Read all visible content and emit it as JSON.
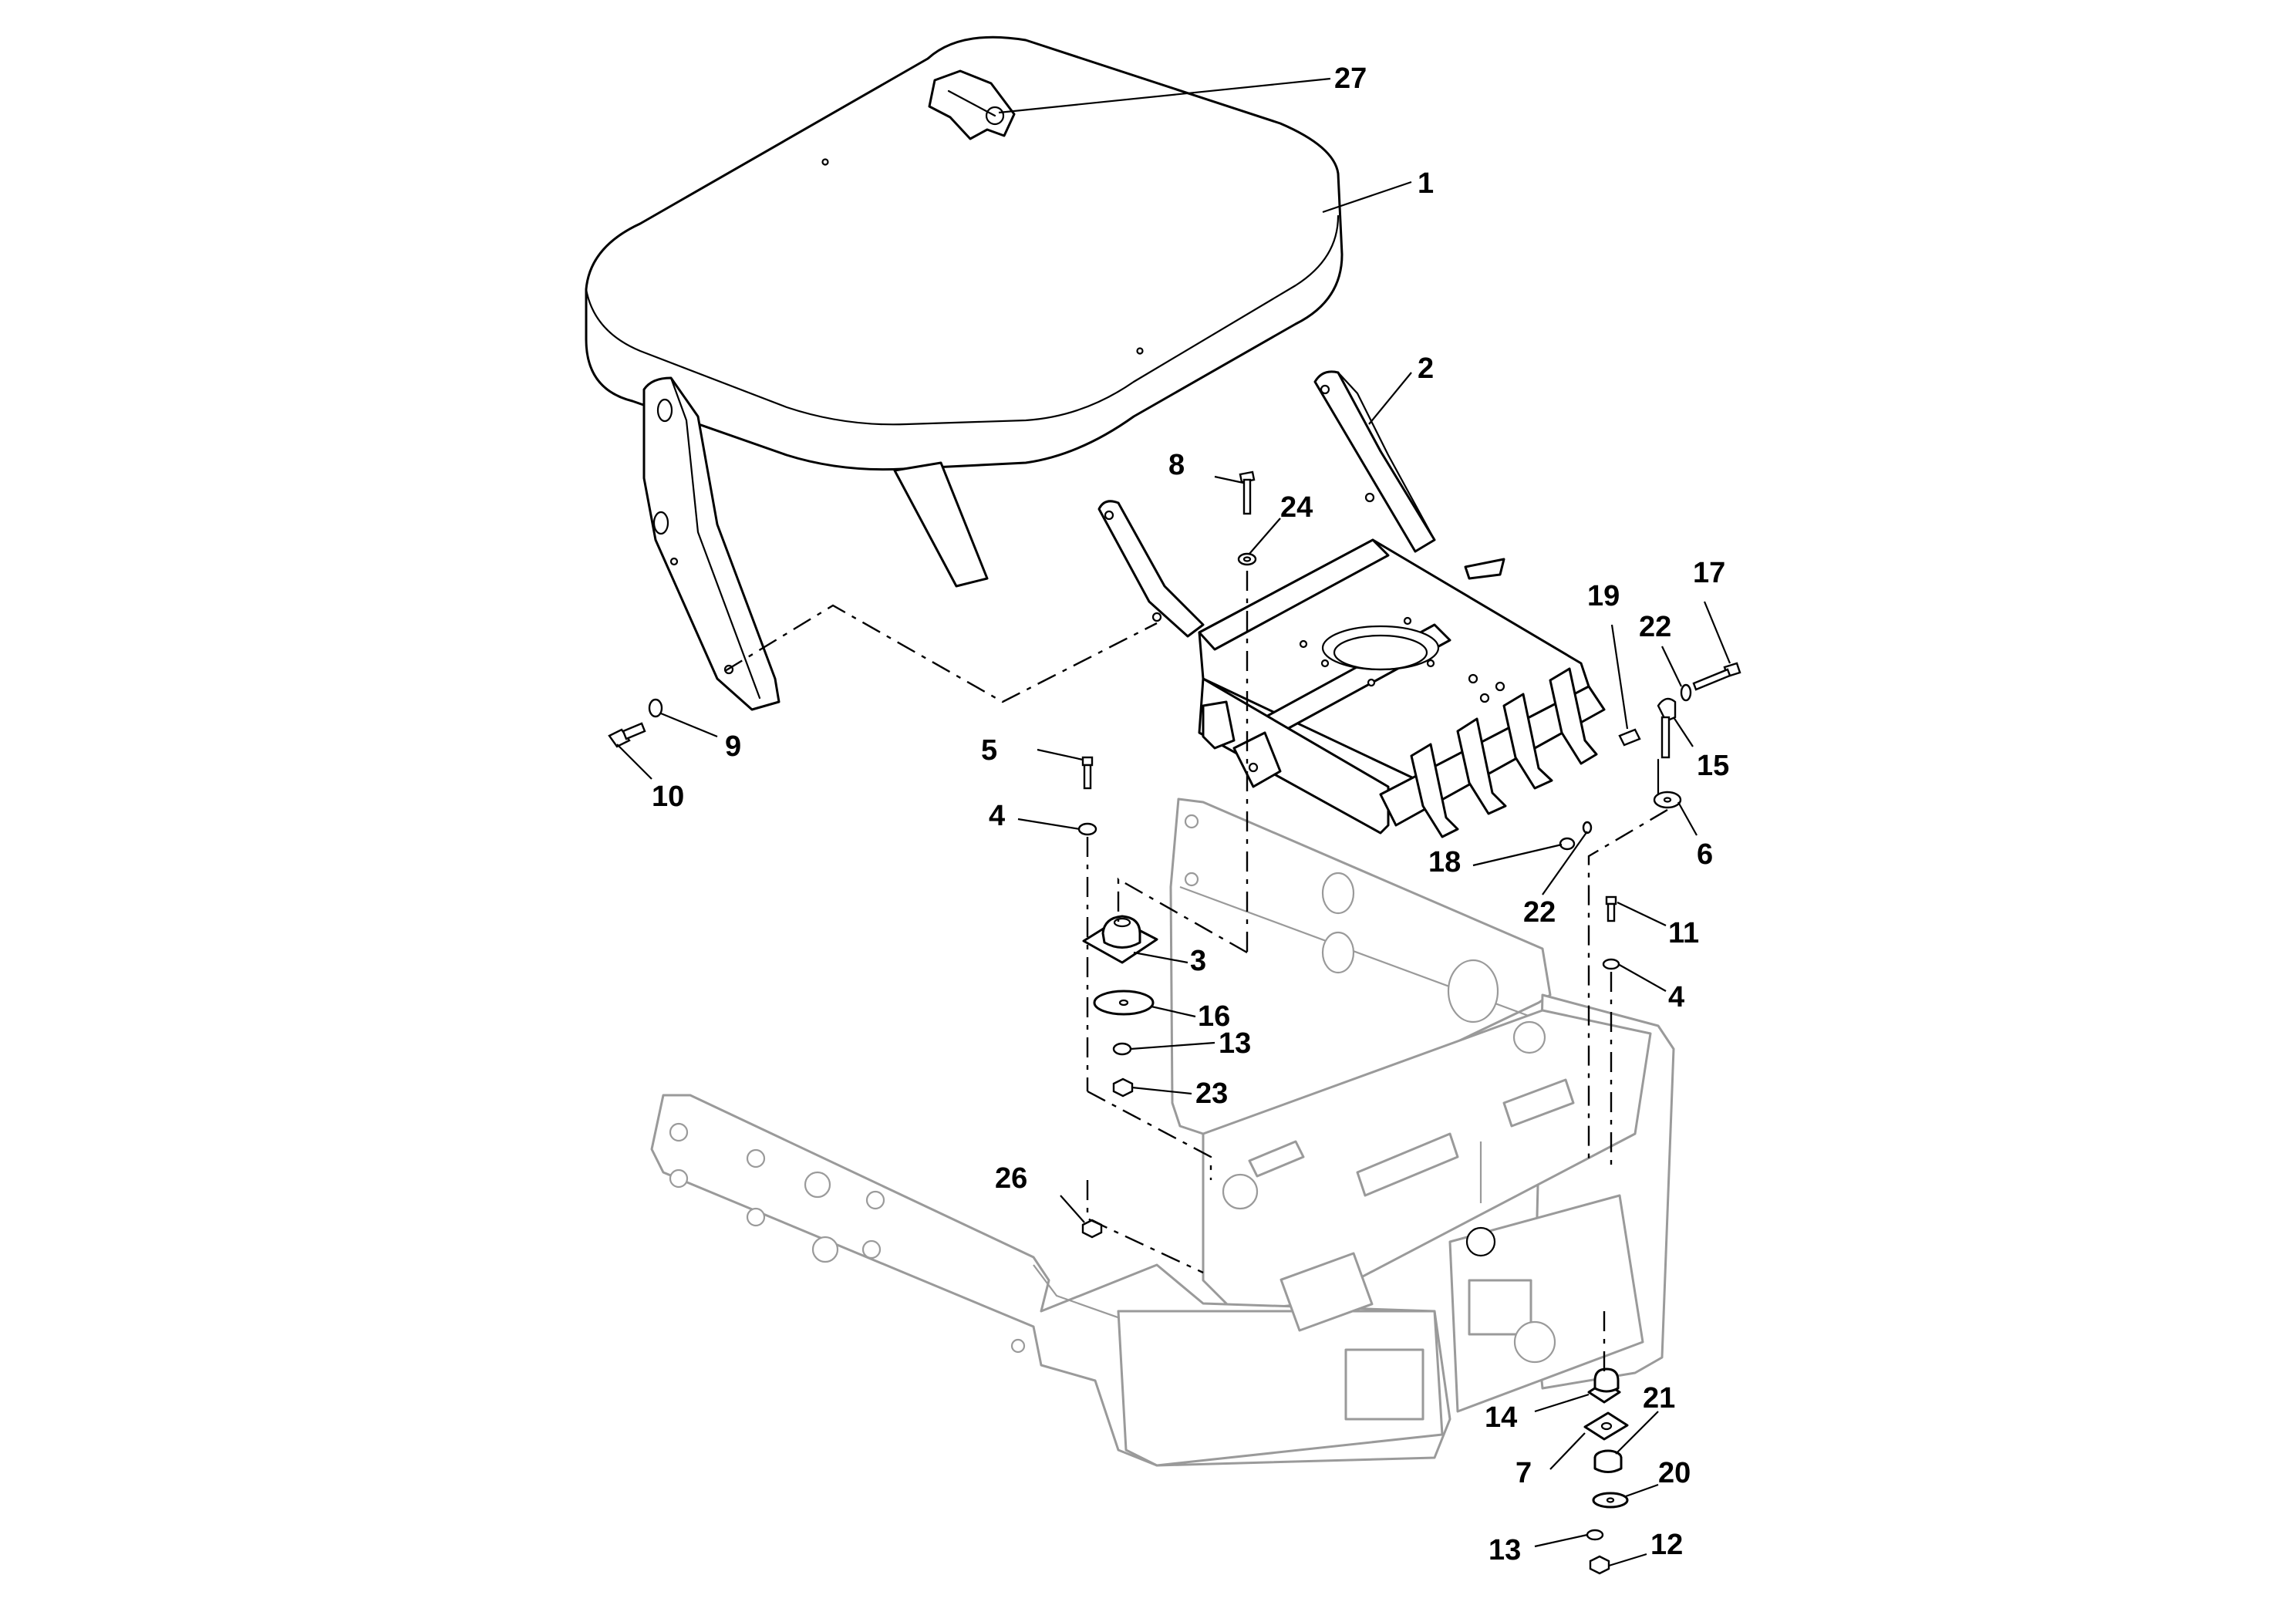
{
  "diagram": {
    "callouts": [
      {
        "id": "c27",
        "label": "27"
      },
      {
        "id": "c1",
        "label": "1"
      },
      {
        "id": "c2",
        "label": "2"
      },
      {
        "id": "c8",
        "label": "8"
      },
      {
        "id": "c24",
        "label": "24"
      },
      {
        "id": "c17",
        "label": "17"
      },
      {
        "id": "c19",
        "label": "19"
      },
      {
        "id": "c22a",
        "label": "22"
      },
      {
        "id": "c15",
        "label": "15"
      },
      {
        "id": "c9",
        "label": "9"
      },
      {
        "id": "c10",
        "label": "10"
      },
      {
        "id": "c5",
        "label": "5"
      },
      {
        "id": "c4a",
        "label": "4"
      },
      {
        "id": "c6",
        "label": "6"
      },
      {
        "id": "c18",
        "label": "18"
      },
      {
        "id": "c22b",
        "label": "22"
      },
      {
        "id": "c11",
        "label": "11"
      },
      {
        "id": "c4b",
        "label": "4"
      },
      {
        "id": "c3",
        "label": "3"
      },
      {
        "id": "c16",
        "label": "16"
      },
      {
        "id": "c13a",
        "label": "13"
      },
      {
        "id": "c23",
        "label": "23"
      },
      {
        "id": "c26",
        "label": "26"
      },
      {
        "id": "c14",
        "label": "14"
      },
      {
        "id": "c21",
        "label": "21"
      },
      {
        "id": "c7",
        "label": "7"
      },
      {
        "id": "c20",
        "label": "20"
      },
      {
        "id": "c13b",
        "label": "13"
      },
      {
        "id": "c12",
        "label": "12"
      }
    ]
  }
}
